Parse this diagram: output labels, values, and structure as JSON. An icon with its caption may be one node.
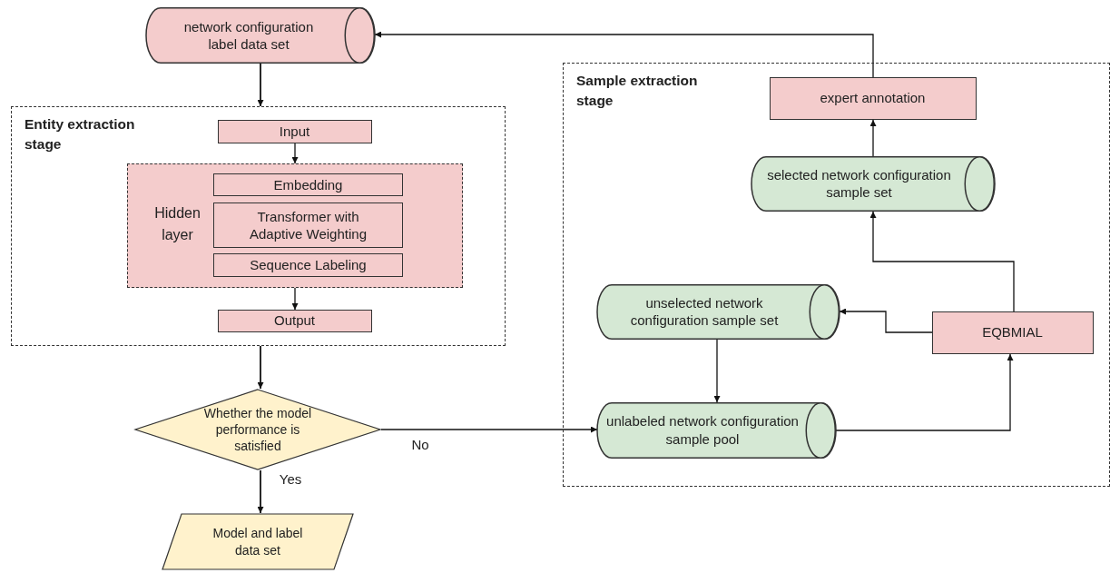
{
  "diagram": {
    "nodes": [
      {
        "text": [
          "network configuration label data set"
        ]
      },
      {
        "text": [
          "Entity extraction stage"
        ]
      },
      {
        "text": [
          "Input"
        ],
        "in": 1
      },
      {
        "text": [
          "Hidden layer"
        ],
        "in": 1
      },
      {
        "text": [
          "Embedding"
        ],
        "in": 3
      },
      {
        "text": [
          "Transformer with Adaptive Weighting"
        ],
        "in": 3
      },
      {
        "text": [
          "Sequence Labeling"
        ],
        "in": 3
      },
      {
        "text": [
          "Output"
        ],
        "in": 1
      },
      {
        "text": [
          "Whether the model performance is satisfied"
        ]
      },
      {
        "text": [
          "Model and label data set"
        ]
      },
      {
        "text": [
          "Sample extraction stage"
        ]
      },
      {
        "text": [
          "expert annotation"
        ],
        "in": 10
      },
      {
        "text": [
          "selected network configuration sample set"
        ],
        "in": 10
      },
      {
        "text": [
          "unselected network configuration sample set"
        ],
        "in": 10
      },
      {
        "text": [
          "EQBMIAL"
        ],
        "in": 10
      },
      {
        "text": [
          "unlabeled network configuration sample pool"
        ],
        "in": 10
      }
    ],
    "edges": [
      {
        "from": 0,
        "to": 1,
        "arrow": "to"
      },
      {
        "from": 2,
        "to": 3,
        "arrow": "to"
      },
      {
        "from": 3,
        "to": 7,
        "arrow": "to"
      },
      {
        "from": 1,
        "to": 8,
        "arrow": "to"
      },
      {
        "from": 8,
        "to": 9,
        "arrow": "to",
        "label": "Yes"
      },
      {
        "from": 8,
        "to": 15,
        "arrow": "to",
        "label": "No"
      },
      {
        "from": 15,
        "to": 14,
        "arrow": "to"
      },
      {
        "from": 14,
        "to": 13,
        "arrow": "to"
      },
      {
        "from": 14,
        "to": 12,
        "arrow": "to"
      },
      {
        "from": 12,
        "to": 11,
        "arrow": "to"
      },
      {
        "from": 11,
        "to": 0,
        "arrow": "to"
      },
      {
        "from": 13,
        "to": 15,
        "arrow": "to"
      }
    ]
  }
}
